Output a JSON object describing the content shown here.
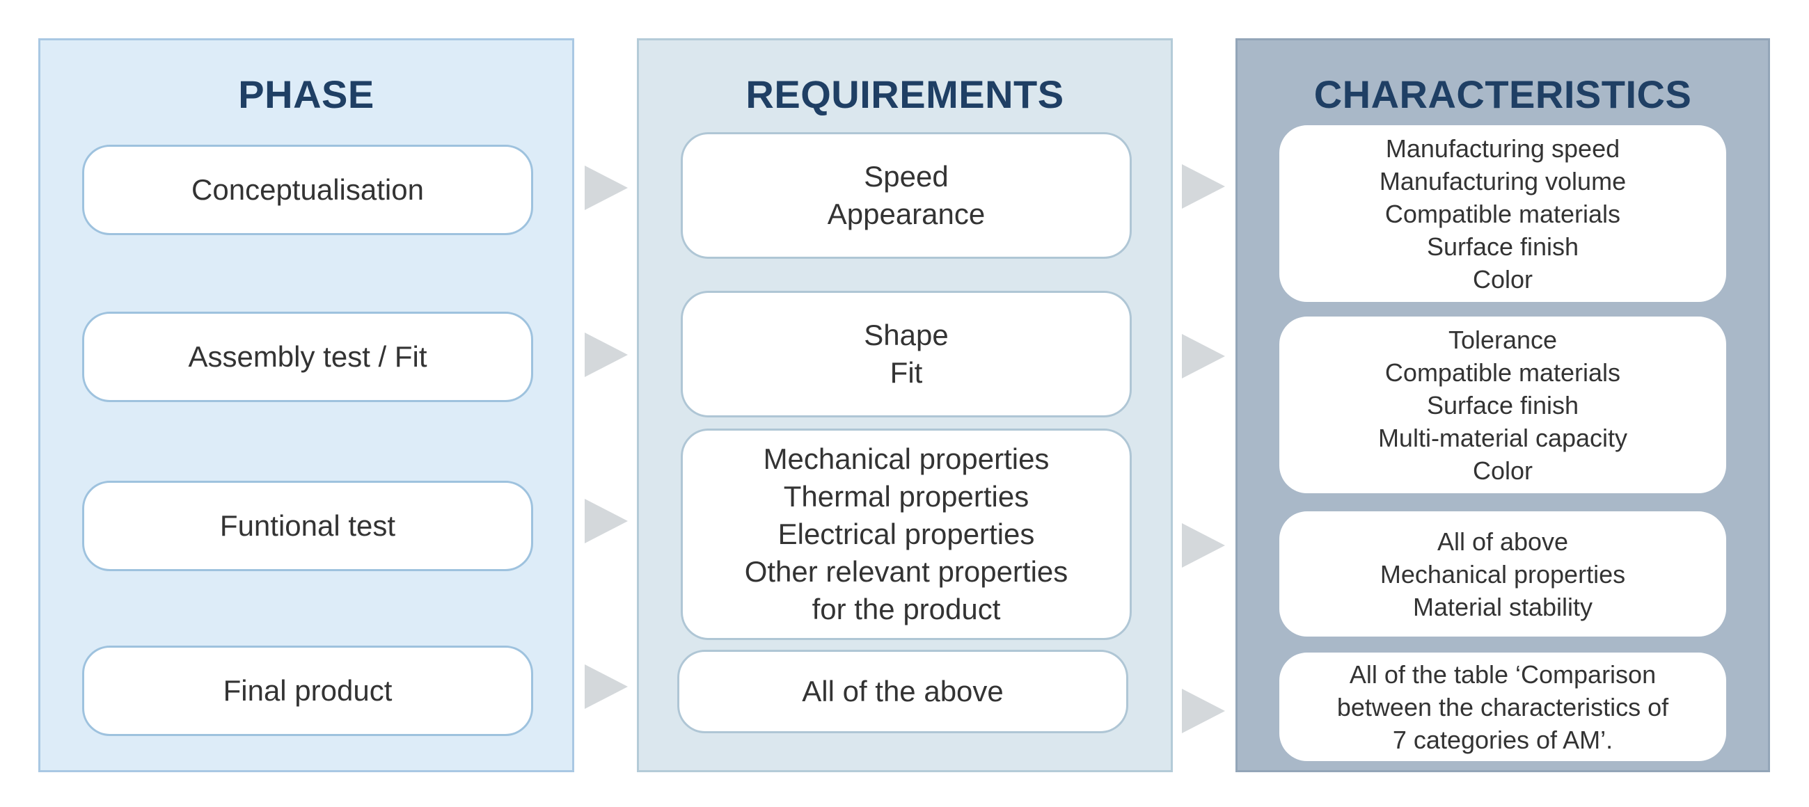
{
  "columns": {
    "phase": {
      "title": "PHASE",
      "items": [
        "Conceptualisation",
        "Assembly test / Fit",
        "Funtional test",
        "Final product"
      ]
    },
    "requirements": {
      "title": "REQUIREMENTS",
      "items": [
        [
          "Speed",
          "Appearance"
        ],
        [
          "Shape",
          "Fit"
        ],
        [
          "Mechanical properties",
          "Thermal properties",
          "Electrical properties",
          "Other relevant properties",
          "for the product"
        ],
        [
          "All of the above"
        ]
      ]
    },
    "characteristics": {
      "title": "CHARACTERISTICS",
      "items": [
        [
          "Manufacturing speed",
          "Manufacturing volume",
          "Compatible materials",
          "Surface finish",
          "Color"
        ],
        [
          "Tolerance",
          "Compatible materials",
          "Surface finish",
          "Multi-material capacity",
          "Color"
        ],
        [
          "All of above",
          "Mechanical properties",
          "Material stability"
        ],
        [
          "All of the table ‘Comparison",
          "between the characteristics of",
          "7 categories of AM’."
        ]
      ]
    }
  },
  "colors": {
    "title": "#1f3f64",
    "phase_bg": "#ddecf8",
    "requirements_bg": "#dbe7ee",
    "characteristics_bg": "#a9b8c8",
    "arrow": "#d4d8db"
  }
}
